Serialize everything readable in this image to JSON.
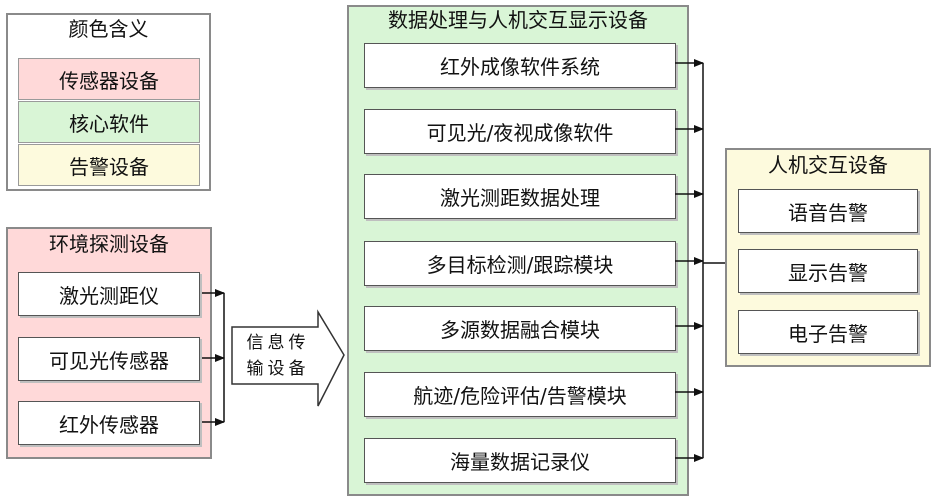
{
  "legend": {
    "title": "颜色含义",
    "items": [
      {
        "label": "传感器设备",
        "color": "#ffd9d9"
      },
      {
        "label": "核心软件",
        "color": "#d9f5d6"
      },
      {
        "label": "告警设备",
        "color": "#fdfadd"
      }
    ]
  },
  "sensors": {
    "title": "环境探测设备",
    "items": [
      "激光测距仪",
      "可见光传感器",
      "红外传感器"
    ]
  },
  "transfer": {
    "line1": "信息传",
    "line2": "输设备"
  },
  "processing": {
    "title": "数据处理与人机交互显示设备",
    "items": [
      "红外成像软件系统",
      "可见光/夜视成像软件",
      "激光测距数据处理",
      "多目标检测/跟踪模块",
      "多源数据融合模块",
      "航迹/危险评估/告警模块",
      "海量数据记录仪"
    ]
  },
  "hmi": {
    "title": "人机交互设备",
    "items": [
      "语音告警",
      "显示告警",
      "电子告警"
    ]
  },
  "colors": {
    "sensor_bg": "#ffd9d9",
    "core_bg": "#d9f5d6",
    "alarm_bg": "#fdfadd"
  }
}
